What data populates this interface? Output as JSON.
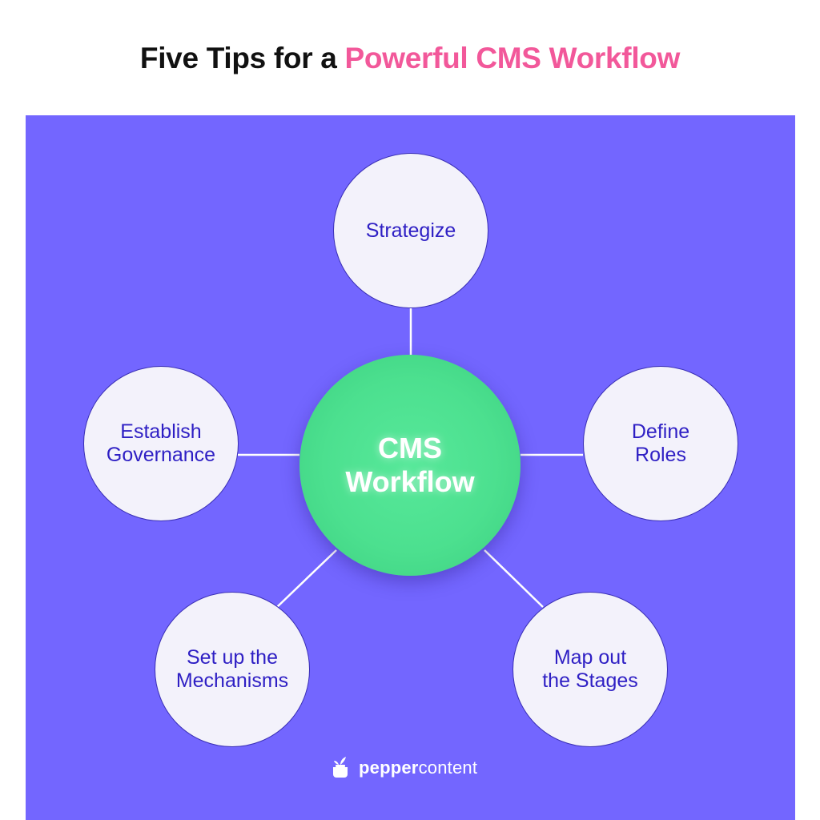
{
  "title": {
    "prefix": "Five Tips for a ",
    "highlight": "Powerful CMS Workflow"
  },
  "colors": {
    "panel": "#7366ff",
    "hub": "#4ce08f",
    "node_fill": "#f3f2fb",
    "node_text": "#2e1fc4",
    "accent": "#f2589a"
  },
  "diagram": {
    "hub": {
      "label": "CMS\nWorkflow"
    },
    "tips": [
      {
        "label": "Strategize"
      },
      {
        "label": "Define\nRoles"
      },
      {
        "label": "Map out\nthe Stages"
      },
      {
        "label": "Set up the\nMechanisms"
      },
      {
        "label": "Establish\nGovernance"
      }
    ]
  },
  "brand": {
    "icon": "pepper-pot-icon",
    "name_bold": "pepper",
    "name_light": "content"
  }
}
